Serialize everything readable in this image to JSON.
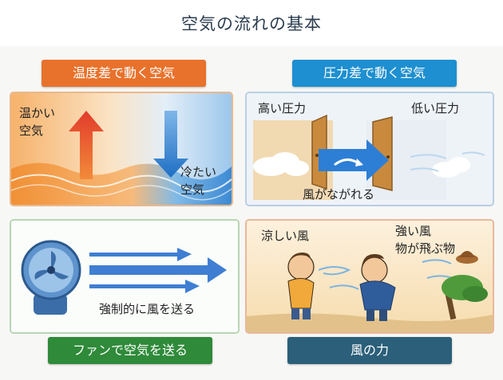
{
  "title": "空気の流れの基本",
  "panels": {
    "temperature": {
      "label": "温度差で動く空気",
      "warm_line1": "温かい",
      "warm_line2": "空気",
      "cold_line1": "冷たい",
      "cold_line2": "空気"
    },
    "pressure": {
      "label": "圧力差で動く空気",
      "high": "高い圧力",
      "low": "低い圧力",
      "wind": "風がながれる"
    },
    "fan": {
      "label": "ファンで空気を送る",
      "caption": "強制的に風を送る"
    },
    "wind_power": {
      "label": "風の力",
      "cool": "涼しい風",
      "strong_line1": "強い風",
      "strong_line2": "物が飛ぶ物"
    }
  },
  "colors": {
    "temperature_label": "#e8722c",
    "pressure_label": "#1e8fd0",
    "fan_label": "#2f8a3a",
    "wind_label": "#2b5f7a"
  }
}
